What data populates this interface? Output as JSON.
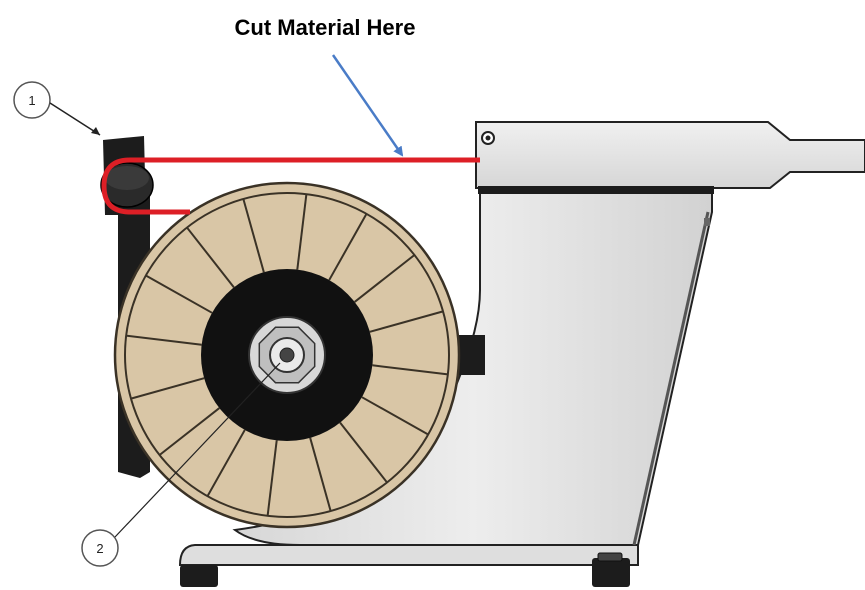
{
  "instruction_label": "Cut Material Here",
  "callouts": [
    {
      "id": "1",
      "label": "1"
    },
    {
      "id": "2",
      "label": "2"
    }
  ],
  "colors": {
    "cut_path": "#dd1f26",
    "pointer_arrow": "#4a7cc7",
    "reel_face": "#d9c6a6",
    "reel_outline": "#3a3226",
    "hub": "#111111",
    "frame_fill": "#e3e3e3",
    "frame_outline": "#222222",
    "dark_part": "#1c1c1c"
  }
}
